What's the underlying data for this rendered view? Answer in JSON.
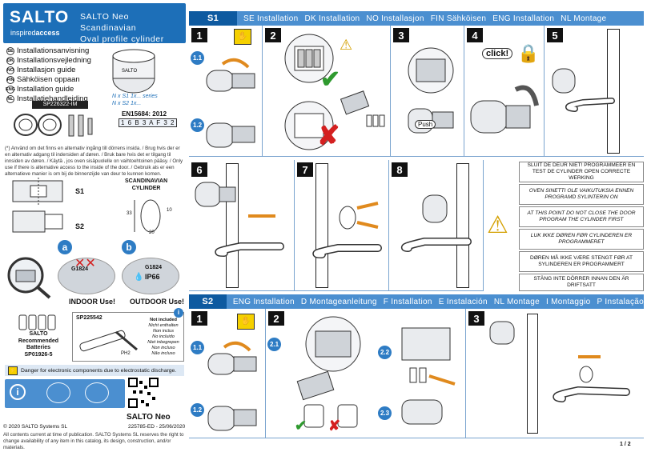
{
  "brand": {
    "logo": "SALTO",
    "sub_a": "inspired",
    "sub_b": "access"
  },
  "product": {
    "line1": "SALTO Neo Scandinavian",
    "line2": "Oval profile cylinder"
  },
  "guides": [
    {
      "code": "SE",
      "text": "Installationsanvisning"
    },
    {
      "code": "DK",
      "text": "Installationsvejledning"
    },
    {
      "code": "NO",
      "text": "Installasjon guide"
    },
    {
      "code": "FIN",
      "text": "Sähköisen oppaan"
    },
    {
      "code": "ENG",
      "text": "Installation guide"
    },
    {
      "code": "NL",
      "text": "Installatiehandleiding"
    }
  ],
  "part_sp226322": "SP226322-IM",
  "series": {
    "line1": "N x S1 1x... series",
    "line2": "N x S2 1x..."
  },
  "standard": {
    "code": "EN15684: 2012",
    "grade": "1 6 B 3 A F 3 2"
  },
  "alt_note": "(*) Använd om det finns en alternativ ingång till dörrens insida. / Brug hvis der er en alternativ adgang til indersiden af døren. / Bruk bare hvis det er tilgang til innsiden av døren. / Käytä , jos oven sisäpuolelle on vaihtoehtoinen pääsy. / Only use if there is alternative access to the inside of the door. / Gebruik als er een alternatieve manier is om bij de binnenzijde van deur te kunnen komen.",
  "s1_label": "S1",
  "s2_label": "S2",
  "cyl_title": {
    "line1": "SCANDINAVIAN",
    "line2": "CYLINDER"
  },
  "dims": {
    "d1": "33",
    "d2": "20",
    "d3": "10"
  },
  "options": {
    "a": "a",
    "b": "b",
    "indoor_code": "G1824",
    "outdoor_code": "G1824",
    "ip": "IP66",
    "indoor": "INDOOR Use!",
    "outdoor": "OUTDOOR Use!"
  },
  "batteries": {
    "l1": "SALTO",
    "l2": "Recommended",
    "l3": "Batteries",
    "l4": "SP01926-5"
  },
  "tool": {
    "part": "SP225542",
    "ph": "PH2",
    "included": [
      "Not included",
      "Nicht enthalten",
      "Non inclus",
      "No incluido",
      "Niet inbegrepen",
      "Non incluso",
      "Não incluso"
    ]
  },
  "esd_warning": "Danger for electronic components due to electrostatic discharge.",
  "footer": {
    "left": "© 2020 SALTO Systems SL",
    "mid": "225785-ED - 25/06/2020",
    "product": "SALTO Neo",
    "legal": "All contents current at time of publication. SALTO Systems SL reserves the right to change availability of any item in this catalog, its design, construction, and/or materials.",
    "page": "1 / 2"
  },
  "header_s1": {
    "tag": "S1",
    "items": [
      "SE Installation",
      "DK Installation",
      "NO Installasjon",
      "FIN Sähköisen",
      "ENG Installation",
      "NL Montage"
    ]
  },
  "header_s2": {
    "tag": "S2",
    "items": [
      "ENG Installation",
      "D Montageanleitung",
      "F Installation",
      "E Instalación",
      "NL Montage",
      "I Montaggio",
      "P Instalação"
    ]
  },
  "steps": {
    "s1": "1",
    "s2": "2",
    "s3": "3",
    "s4": "4",
    "s5": "5",
    "s6": "6",
    "s7": "7",
    "s8": "8",
    "t1": "1",
    "t2": "2",
    "t3": "3"
  },
  "subs": {
    "a11": "1.1",
    "a12": "1.2",
    "b11": "1.1",
    "b12": "1.2",
    "b21": "2.1",
    "b22": "2.2",
    "b23": "2.3"
  },
  "click": "click!",
  "push": "Push",
  "warnings": [
    "SLUIT DE DEUR NIET! PROGRAMMEER EN TEST DE CYLINDER OPEN CORRECTE WERKING",
    "OVEN SINETTI OLE VAIKUTUKSIA ENNEN PROGRAMD SYLINTERIN ON",
    "AT THIS POINT DO NOT CLOSE THE DOOR PROGRAM THE CYLINDER FIRST",
    "LUK IKKE DØREN FØR CYLINDEREN ER PROGRAMMERET",
    "DØREN MÅ IKKE VÆRE STENGT FØR AT SYLINDEREN ER PROGRAMMERT",
    "STÄNG INTE DÖRRER INNAN DEN ÄR DRIFTSATT"
  ],
  "colors": {
    "accent": "#1d6fb8",
    "accent_light": "#4b8fd0",
    "warn": "#f5d000",
    "ok": "#2f9a2f",
    "bad": "#d42020"
  }
}
